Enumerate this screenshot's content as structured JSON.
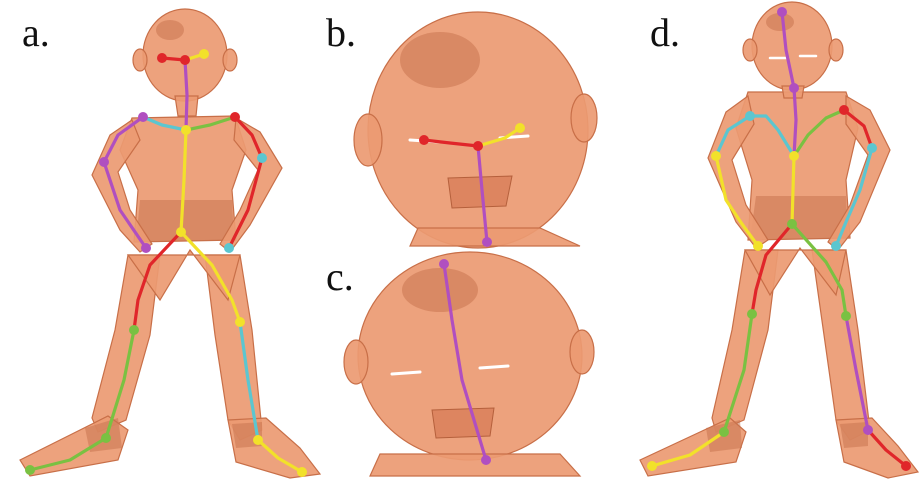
{
  "panels": [
    {
      "id": "a",
      "label": "a."
    },
    {
      "id": "b",
      "label": "b."
    },
    {
      "id": "c",
      "label": "c."
    },
    {
      "id": "d",
      "label": "d."
    }
  ],
  "colors": {
    "red": "#e0262a",
    "yellow": "#f2e12a",
    "purple": "#b04fc0",
    "cyan": "#5bc6d0",
    "green": "#7ac142",
    "skin": "#ec9a72"
  }
}
